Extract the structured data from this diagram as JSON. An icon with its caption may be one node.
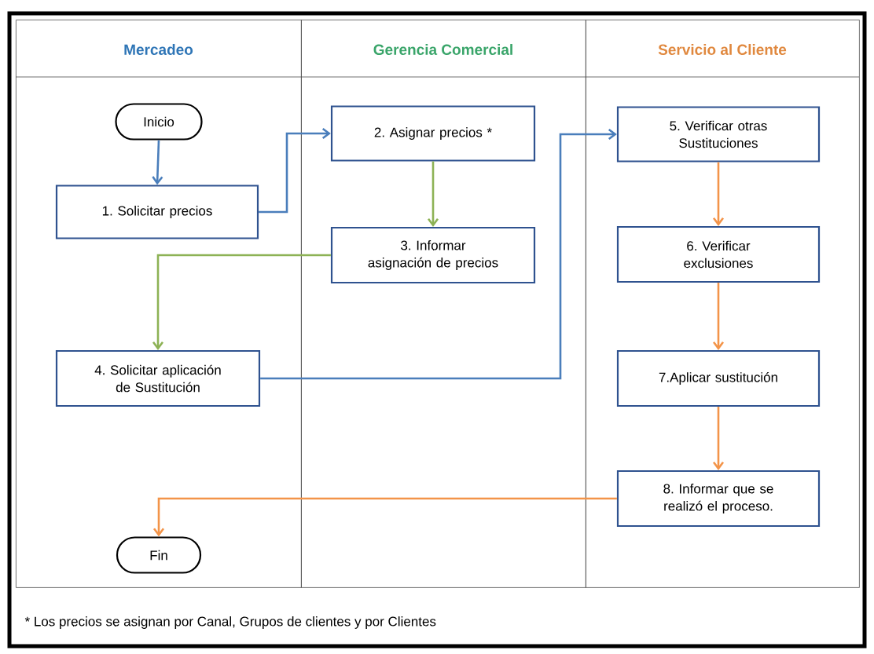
{
  "diagram": {
    "nodes": [
      {
        "text": [
          "Mercadeo"
        ]
      },
      {
        "text": [
          "Gerencia Comercial"
        ]
      },
      {
        "text": [
          "Servicio al Cliente"
        ]
      },
      {
        "text": [
          "Inicio"
        ],
        "in": 0
      },
      {
        "text": [
          "1. Solicitar precios"
        ],
        "in": 0
      },
      {
        "text": [
          "2. Asignar precios *"
        ],
        "in": 1
      },
      {
        "text": [
          "3. Informar asignación de precios"
        ],
        "in": 1
      },
      {
        "text": [
          "4. Solicitar aplicación de Sustitución"
        ],
        "in": 0
      },
      {
        "text": [
          "5. Verificar otras Sustituciones"
        ],
        "in": 2
      },
      {
        "text": [
          "6. Verificar exclusiones"
        ],
        "in": 2
      },
      {
        "text": [
          "7.Aplicar sustitución"
        ],
        "in": 2
      },
      {
        "text": [
          "8. Informar que se realizó el proceso."
        ],
        "in": 2
      },
      {
        "text": [
          "Fin"
        ],
        "in": 0
      }
    ],
    "edges": [
      {
        "from": 3,
        "to": 4,
        "arrow": "to",
        "color": "#4a7ebb"
      },
      {
        "from": 4,
        "to": 5,
        "arrow": "to",
        "color": "#4a7ebb"
      },
      {
        "from": 5,
        "to": 6,
        "arrow": "to",
        "color": "#8db255"
      },
      {
        "from": 6,
        "to": 7,
        "arrow": "to",
        "color": "#8db255"
      },
      {
        "from": 7,
        "to": 8,
        "arrow": "to",
        "color": "#4a7ebb"
      },
      {
        "from": 8,
        "to": 9,
        "arrow": "to",
        "color": "#f39449"
      },
      {
        "from": 9,
        "to": 10,
        "arrow": "to",
        "color": "#f39449"
      },
      {
        "from": 10,
        "to": 11,
        "arrow": "to",
        "color": "#f39449"
      },
      {
        "from": 11,
        "to": 12,
        "arrow": "to",
        "color": "#f39449"
      }
    ],
    "labels": [
      "* Los precios se asignan por Canal, Grupos de clientes y por Clientes"
    ]
  }
}
